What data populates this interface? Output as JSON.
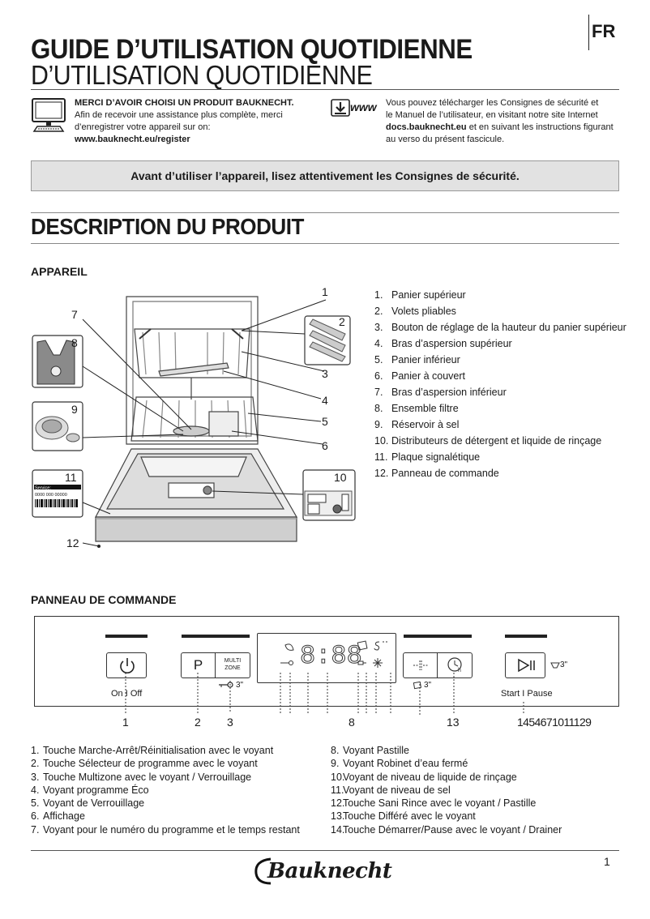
{
  "header": {
    "lang": "FR",
    "title_bold": "GUIDE D’UTILISATION QUOTIDIENNE",
    "title_light": "D’UTILISATION QUOTIDIENNE"
  },
  "intro_left": {
    "heading": "MERCI D’AVOIR CHOISI UN PRODUIT BAUKNECHT.",
    "line1": "Afin de recevoir une assistance plus complète, merci",
    "line2": "d’enregistrer votre appareil sur on:",
    "link": "www.bauknecht.eu/register"
  },
  "intro_right": {
    "www_label": "www",
    "line1": "Vous pouvez télécharger les Consignes de sécurité et",
    "line2": "le Manuel de l’utilisateur, en visitant notre site Internet",
    "site": "docs.bauknecht.eu",
    "line3_rest": " et en suivant les instructions figurant",
    "line4": "au verso du présent fascicule."
  },
  "notice": "Avant d’utiliser l’appareil, lisez attentivement les Consignes de sécurité.",
  "section_title": "DESCRIPTION DU PRODUIT",
  "appareil": {
    "title": "APPAREIL",
    "callouts": [
      "1",
      "2",
      "3",
      "4",
      "5",
      "6",
      "7",
      "8",
      "9",
      "10",
      "11",
      "12"
    ],
    "plate_service": "Service:",
    "plate_code": "0000 000 00000",
    "parts": [
      {
        "n": "1.",
        "label": "Panier supérieur"
      },
      {
        "n": "2.",
        "label": "Volets pliables"
      },
      {
        "n": "3.",
        "label": "Bouton de réglage de la hauteur du panier supérieur"
      },
      {
        "n": "4.",
        "label": "Bras d’aspersion supérieur"
      },
      {
        "n": "5.",
        "label": "Panier inférieur"
      },
      {
        "n": "6.",
        "label": "Panier à couvert"
      },
      {
        "n": "7.",
        "label": "Bras d’aspersion inférieur"
      },
      {
        "n": "8.",
        "label": "Ensemble filtre"
      },
      {
        "n": "9.",
        "label": "Réservoir à sel"
      },
      {
        "n": "10.",
        "label": "Distributeurs de détergent et liquide de rinçage"
      },
      {
        "n": "11.",
        "label": "Plaque signalétique"
      },
      {
        "n": "12.",
        "label": "Panneau de commande"
      }
    ]
  },
  "panel": {
    "title": "PANNEAU DE COMMANDE",
    "onoff_label": "On I Off",
    "p_label": "P",
    "multizone_line1": "MULTI",
    "multizone_line2": "ZONE",
    "lock_time": "3\"",
    "display_digits": "8:88",
    "sani_time": "3\"",
    "start_label": "Start I Pause",
    "drain_time": "3\"",
    "callout_1": "1",
    "callout_2": "2",
    "callout_3": "3",
    "callout_8": "8",
    "callout_13": "13",
    "callout_14": "1454671011129"
  },
  "controls_left": [
    {
      "n": "1.",
      "label": "Touche Marche-Arrêt/Réinitialisation avec le voyant"
    },
    {
      "n": "2.",
      "label": "Touche Sélecteur de programme avec le voyant"
    },
    {
      "n": "3.",
      "label": "Touche Multizone avec le voyant / Verrouillage"
    },
    {
      "n": "4.",
      "label": "Voyant programme Éco"
    },
    {
      "n": "5.",
      "label": "Voyant de Verrouillage"
    },
    {
      "n": "6.",
      "label": "Affichage"
    },
    {
      "n": "7.",
      "label": "Voyant pour le numéro du programme et le temps restant"
    }
  ],
  "controls_right": [
    {
      "n": "8.",
      "label": "Voyant Pastille"
    },
    {
      "n": "9.",
      "label": "Voyant Robinet d’eau fermé"
    },
    {
      "n": "10.",
      "label": "Voyant de niveau de liquide de rinçage"
    },
    {
      "n": "11.",
      "label": "Voyant de niveau de sel"
    },
    {
      "n": "12.",
      "label": "Touche Sani Rince avec le voyant / Pastille"
    },
    {
      "n": "13.",
      "label": "Touche Différé avec le voyant"
    },
    {
      "n": "14.",
      "label": "Touche Démarrer/Pause avec le voyant / Drainer"
    }
  ],
  "footer": {
    "page": "1",
    "brand": "Bauknecht"
  }
}
